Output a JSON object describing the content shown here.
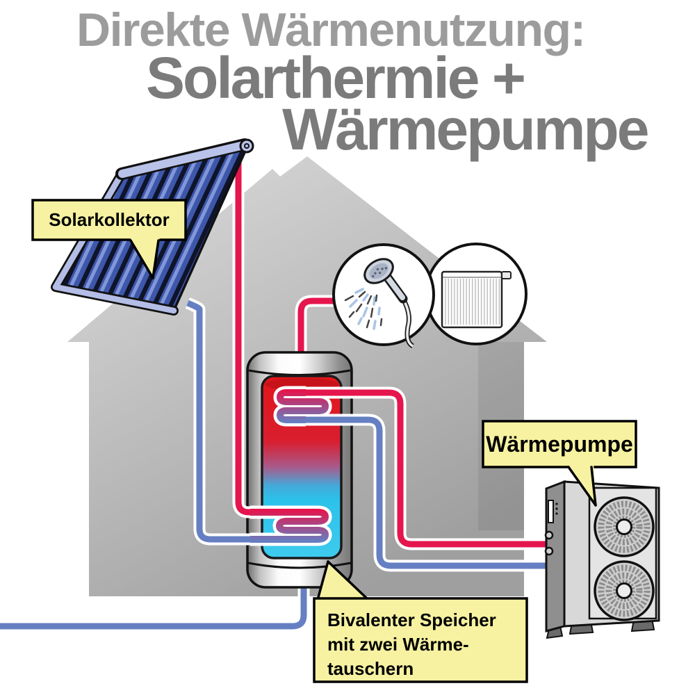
{
  "title": {
    "line1": "Direkte Wärmenutzung:",
    "line2": "Solarthermie +",
    "line3": "Wärmepumpe"
  },
  "callouts": {
    "solar_collector": "Solarkollektor",
    "heat_pump": "Wärmepumpe",
    "storage_line1": "Bivalenter Speicher",
    "storage_line2": "mit zwei Wärme-",
    "storage_line3": "tauschern"
  },
  "icons": {
    "shower": "shower-head-icon",
    "radiator": "radiator-icon",
    "fan": "fan-icon",
    "solar_collector": "solar-collector-icon",
    "storage_tank": "storage-tank-icon",
    "heat_pump": "heat-pump-icon",
    "house": "house-silhouette"
  },
  "colors": {
    "hot_pipe": "#e5154d",
    "cold_pipe": "#657fc2",
    "label_bg": "#f6f2a1",
    "title_light": "#9c9c9c",
    "title_dark": "#7b7b7b",
    "tank_hot": "#e2151b",
    "tank_cold": "#2bc2ea",
    "house_gray": "#b5b5b5"
  }
}
